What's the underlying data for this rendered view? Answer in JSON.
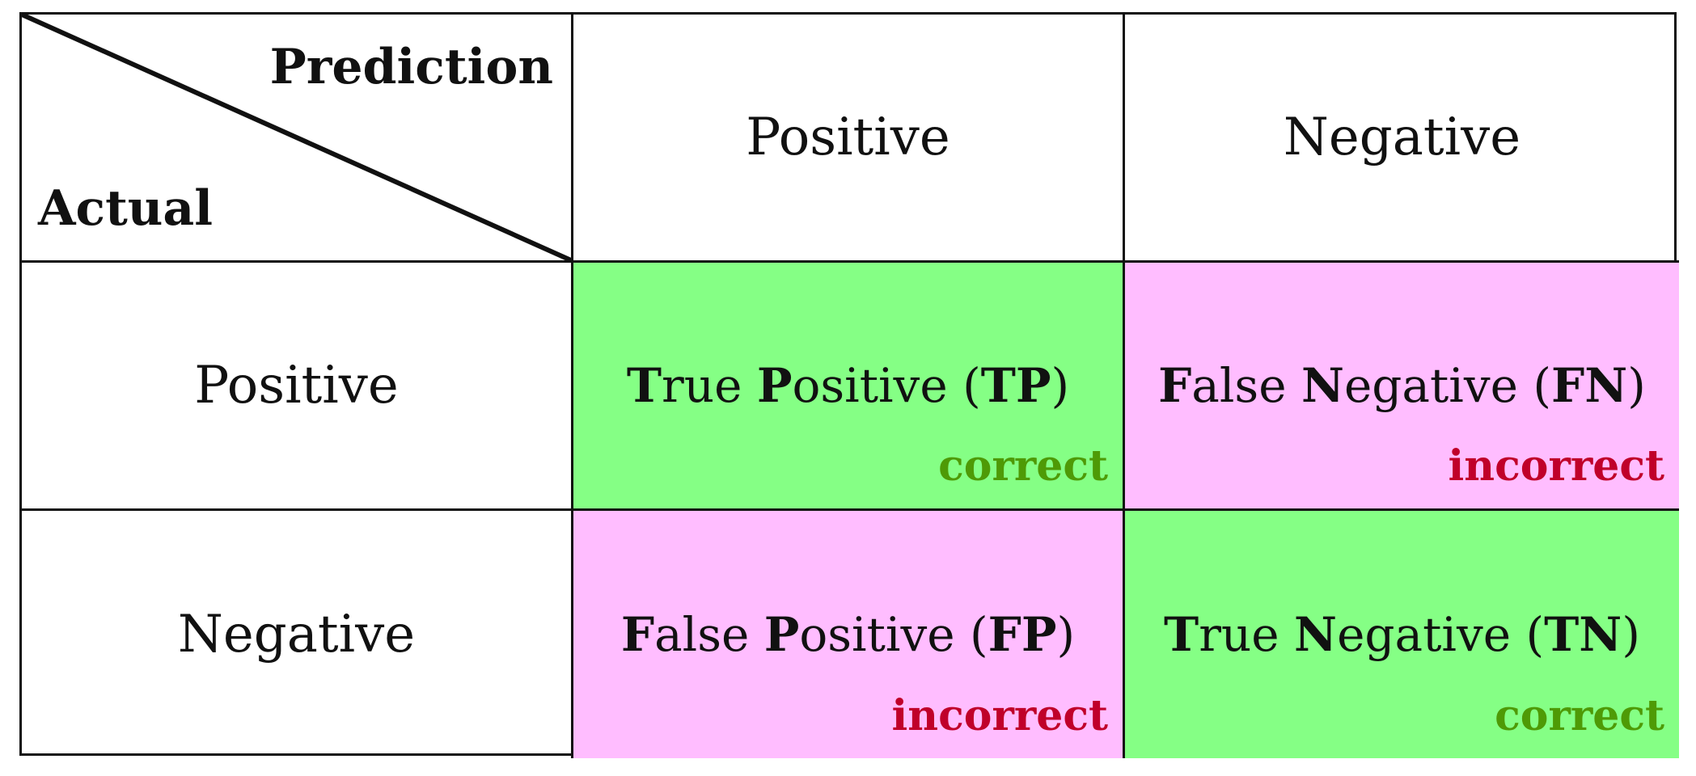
{
  "header": {
    "prediction_label": "Prediction",
    "actual_label": "Actual",
    "columns": [
      "Positive",
      "Negative"
    ],
    "rows": [
      "Positive",
      "Negative"
    ]
  },
  "cells": {
    "tp": {
      "initial_1": "T",
      "rest_1": "rue ",
      "initial_2": "P",
      "rest_2": "ositive ",
      "open": "(",
      "abbr": "TP",
      "close": ")",
      "verdict": "correct"
    },
    "fn": {
      "initial_1": "F",
      "rest_1": "alse ",
      "initial_2": "N",
      "rest_2": "egative ",
      "open": "(",
      "abbr": "FN",
      "close": ")",
      "verdict": "incorrect"
    },
    "fp": {
      "initial_1": "F",
      "rest_1": "alse ",
      "initial_2": "P",
      "rest_2": "ositive ",
      "open": "(",
      "abbr": "FP",
      "close": ")",
      "verdict": "incorrect"
    },
    "tn": {
      "initial_1": "T",
      "rest_1": "rue ",
      "initial_2": "N",
      "rest_2": "egative ",
      "open": "(",
      "abbr": "TN",
      "close": ")",
      "verdict": "correct"
    }
  },
  "colors": {
    "correct_bg": "#85ff85",
    "incorrect_bg": "#ffbdff",
    "correct_text": "#4e9a06",
    "incorrect_text": "#c0002a",
    "border": "#111111"
  }
}
